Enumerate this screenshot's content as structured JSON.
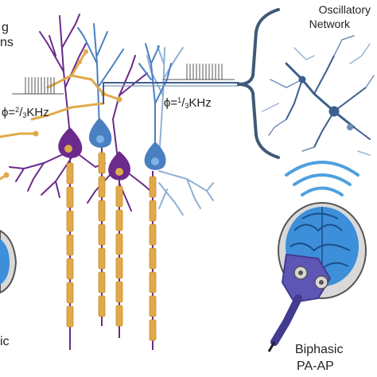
{
  "labels": {
    "network_line1": "Oscillatory",
    "network_line2": "Network",
    "biphasic_line1": "Biphasic",
    "biphasic_line2": "PA-AP",
    "left_partial_1": "g",
    "left_partial_2": "ns",
    "left_partial_3": "ic"
  },
  "frequencies": {
    "left": {
      "symbol": "ϕ=",
      "num": "2",
      "den": "3",
      "unit": "KHz"
    },
    "right": {
      "symbol": "ϕ=",
      "num": "1",
      "den": "3",
      "unit": "KHz"
    }
  },
  "colors": {
    "purple": "#6b2a8c",
    "blue": "#4a7fc1",
    "gold": "#e0a94a",
    "light_blue": "#8fb0d6",
    "dark_blue": "#3d5f8c",
    "brace": "#3e5a78"
  }
}
